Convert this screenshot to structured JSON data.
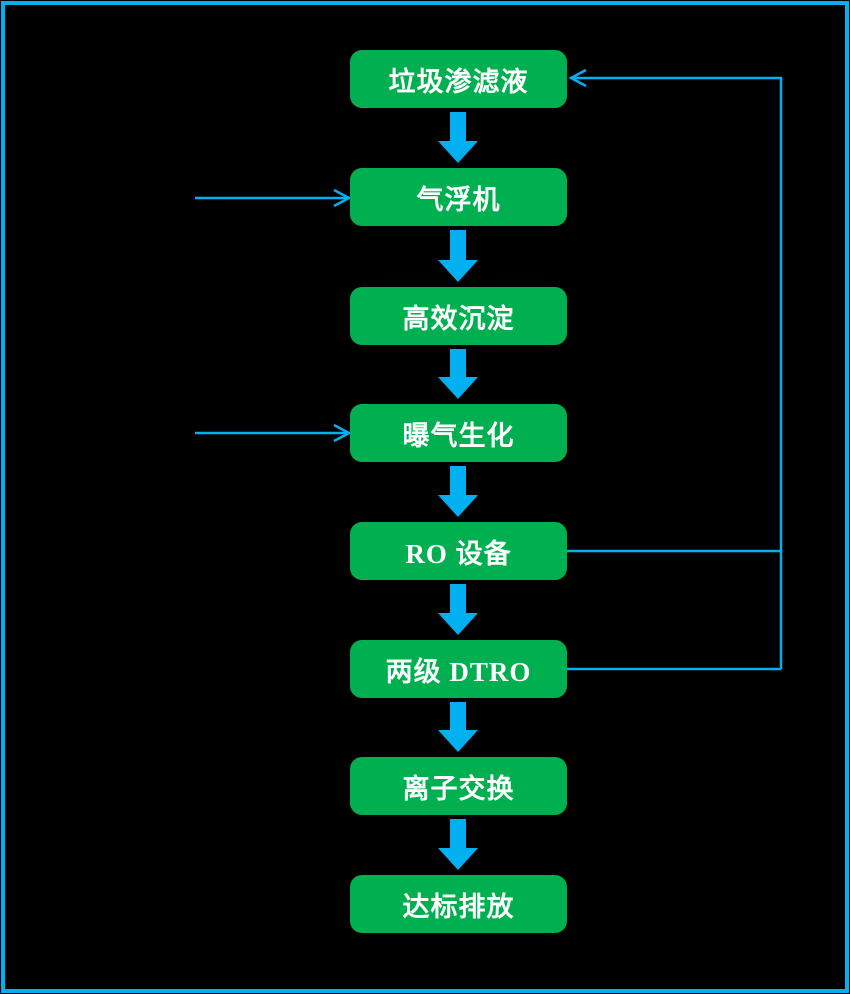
{
  "colors": {
    "background": "#000000",
    "frame_border": "#00b0f0",
    "node_fill": "#00b050",
    "node_text": "#ffffff",
    "arrow": "#00b0f0"
  },
  "flowchart": {
    "nodes": [
      {
        "label": "垃圾渗滤液"
      },
      {
        "label": "气浮机"
      },
      {
        "label": "高效沉淀"
      },
      {
        "label": "曝气生化"
      },
      {
        "label": "RO 设备"
      },
      {
        "label": "两级 DTRO"
      },
      {
        "label": "离子交换"
      },
      {
        "label": "达标排放"
      }
    ],
    "main_flow_edges": [
      {
        "from": "垃圾渗滤液",
        "to": "气浮机"
      },
      {
        "from": "气浮机",
        "to": "高效沉淀"
      },
      {
        "from": "高效沉淀",
        "to": "曝气生化"
      },
      {
        "from": "曝气生化",
        "to": "RO 设备"
      },
      {
        "from": "RO 设备",
        "to": "两级 DTRO"
      },
      {
        "from": "两级 DTRO",
        "to": "离子交换"
      },
      {
        "from": "离子交换",
        "to": "达标排放"
      }
    ],
    "recycle_edges": [
      {
        "from": "RO 设备",
        "to": "垃圾渗滤液"
      },
      {
        "from": "两级 DTRO",
        "to": "垃圾渗滤液"
      }
    ],
    "external_input_edges": [
      {
        "to": "气浮机"
      },
      {
        "to": "曝气生化"
      }
    ]
  }
}
